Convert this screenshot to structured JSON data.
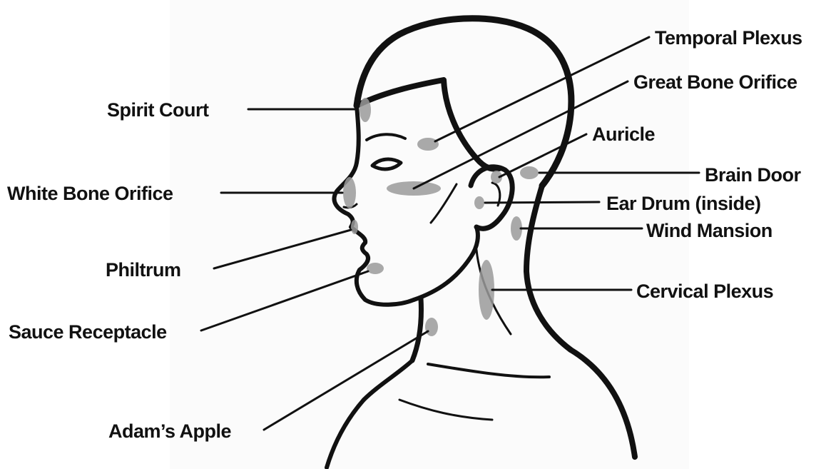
{
  "labels": {
    "spirit_court": "Spirit Court",
    "white_bone_orifice": "White Bone Orifice",
    "philtrum": "Philtrum",
    "sauce_receptacle": "Sauce Receptacle",
    "adams_apple": "Adam’s Apple",
    "temporal_plexus": "Temporal Plexus",
    "great_bone_orifice": "Great Bone Orifice",
    "auricle": "Auricle",
    "brain_door": "Brain Door",
    "ear_drum": "Ear Drum (inside)",
    "wind_mansion": "Wind Mansion",
    "cervical_plexus": "Cervical Plexus"
  },
  "colors": {
    "spot": "#9a9a9a",
    "ink": "#111111",
    "background": "#ffffff"
  }
}
